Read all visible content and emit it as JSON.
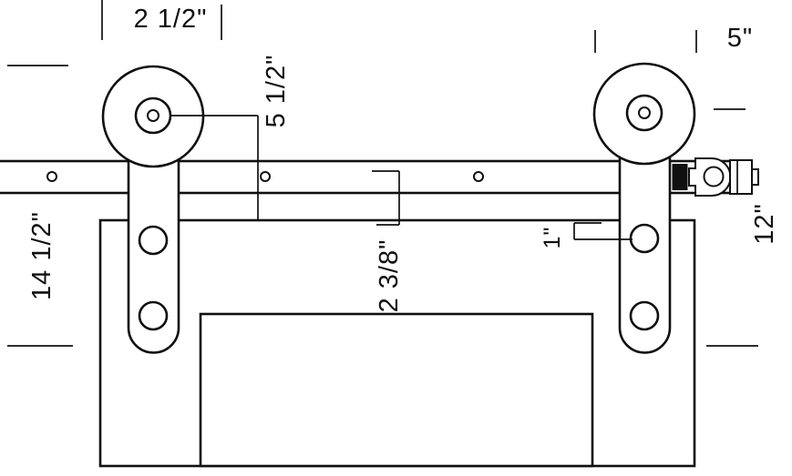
{
  "page": {
    "background": "#ffffff",
    "line_color": "#101010"
  },
  "labels": {
    "top_left_wheel_width": "2 1/2\"",
    "top_right_wheel_width": "5\"",
    "hanger_drop": "5 1/2\"",
    "hanger_height": "14 1/2\"",
    "rail_offset": "2 3/8\"",
    "hole_offset": "1\"",
    "right_side_height": "12\""
  }
}
